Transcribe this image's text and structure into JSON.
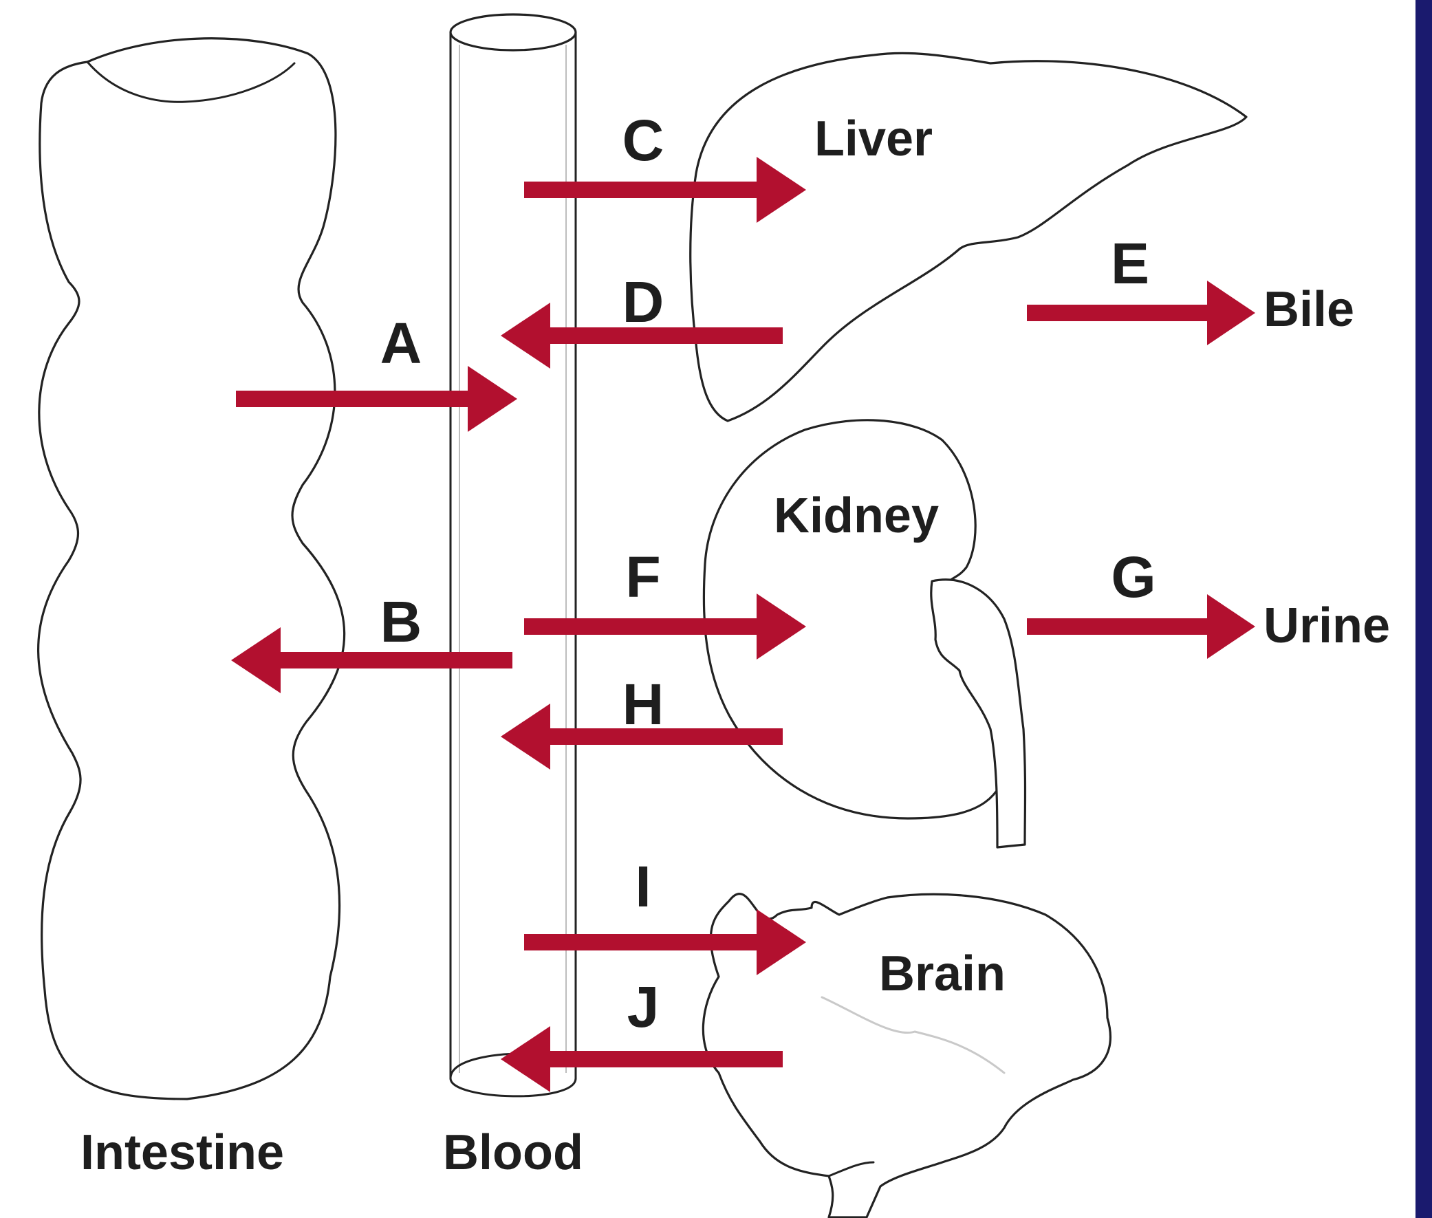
{
  "colors": {
    "arrow": "#B2102F",
    "outline": "#222222",
    "text": "#1E1E1E",
    "frame_edge": "#1A1A6E",
    "background": "#FFFFFF"
  },
  "compartments": {
    "intestine": "Intestine",
    "blood": "Blood",
    "liver": "Liver",
    "kidney": "Kidney",
    "brain": "Brain"
  },
  "outputs": {
    "bile": "Bile",
    "urine": "Urine"
  },
  "arrows": [
    {
      "id": "a",
      "label": "A",
      "from": "Intestine",
      "to": "Blood"
    },
    {
      "id": "b",
      "label": "B",
      "from": "Blood",
      "to": "Intestine"
    },
    {
      "id": "c",
      "label": "C",
      "from": "Blood",
      "to": "Liver"
    },
    {
      "id": "d",
      "label": "D",
      "from": "Liver",
      "to": "Blood"
    },
    {
      "id": "e",
      "label": "E",
      "from": "Liver",
      "to": "Bile"
    },
    {
      "id": "f",
      "label": "F",
      "from": "Blood",
      "to": "Kidney"
    },
    {
      "id": "g",
      "label": "G",
      "from": "Kidney",
      "to": "Urine"
    },
    {
      "id": "h",
      "label": "H",
      "from": "Kidney",
      "to": "Blood"
    },
    {
      "id": "i",
      "label": "I",
      "from": "Blood",
      "to": "Brain"
    },
    {
      "id": "j",
      "label": "J",
      "from": "Brain",
      "to": "Blood"
    }
  ]
}
